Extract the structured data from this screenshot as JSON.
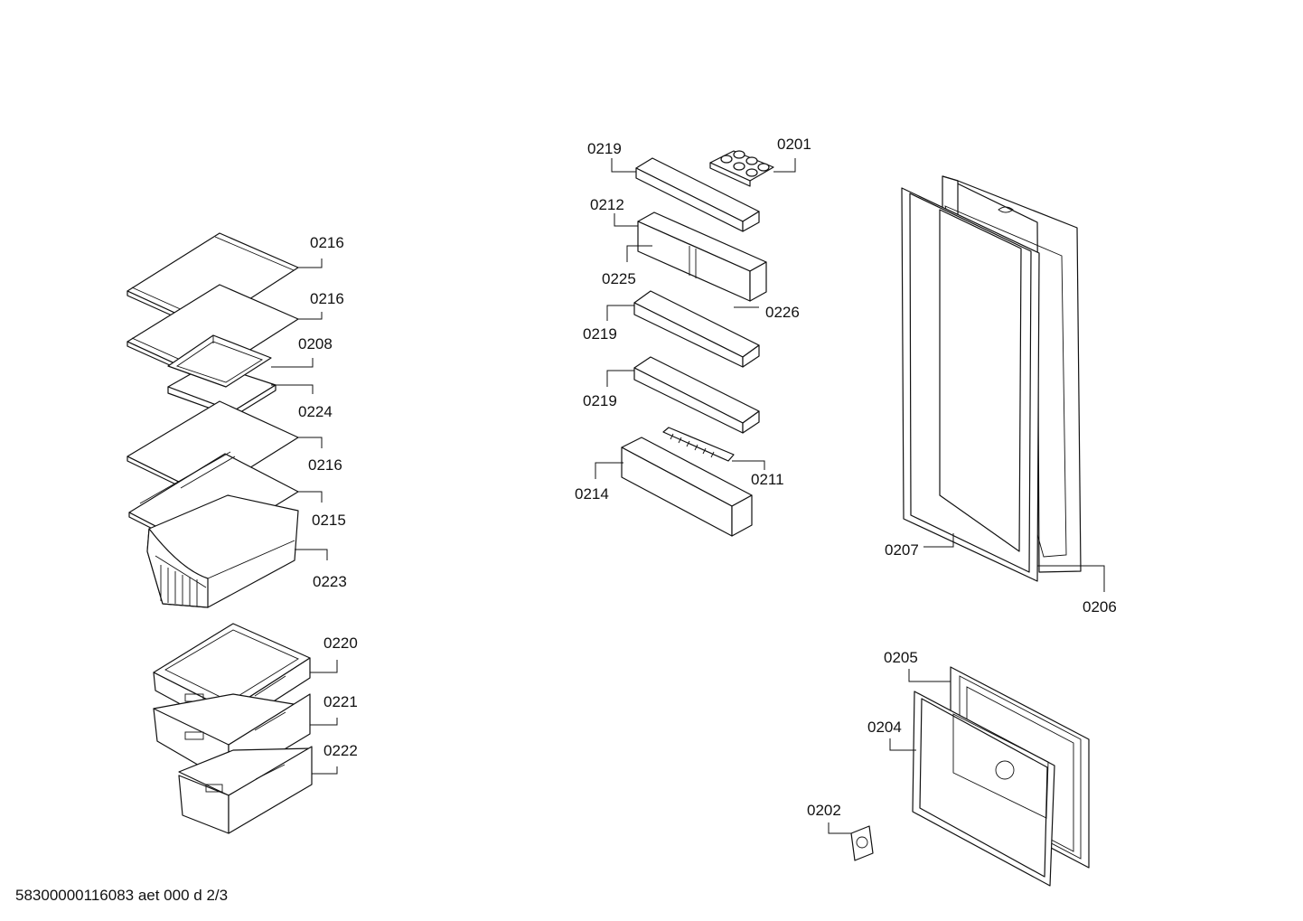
{
  "callouts": {
    "c0216a": "0216",
    "c0216b": "0216",
    "c0208": "0208",
    "c0224": "0224",
    "c0216c": "0216",
    "c0215": "0215",
    "c0223": "0223",
    "c0220": "0220",
    "c0221": "0221",
    "c0222": "0222",
    "c0219a": "0219",
    "c0201": "0201",
    "c0212": "0212",
    "c0225": "0225",
    "c0226": "0226",
    "c0219b": "0219",
    "c0219c": "0219",
    "c0211": "0211",
    "c0214": "0214",
    "c0207": "0207",
    "c0206": "0206",
    "c0205": "0205",
    "c0204": "0204",
    "c0202": "0202"
  },
  "footer": {
    "document_id": "58300000116083 aet 000 d 2/3"
  },
  "colors": {
    "line": "#111111",
    "background": "#ffffff"
  }
}
